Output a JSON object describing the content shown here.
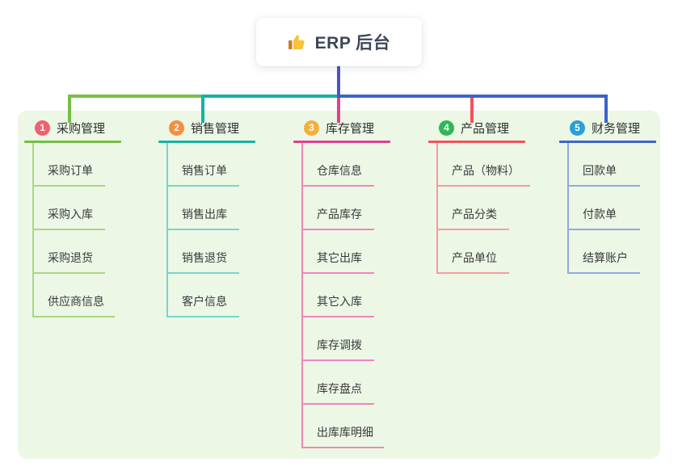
{
  "root": {
    "label": "ERP 后台",
    "icon": "thumbs-up-icon",
    "trunk_color": "#4a53cd"
  },
  "branches": [
    {
      "num": "1",
      "label": "采购管理",
      "badge_color": "#f65e6d",
      "line_color": "#76bf45",
      "light_line_color": "#a9d884",
      "children": [
        "采购订单",
        "采购入库",
        "采购退货",
        "供应商信息"
      ]
    },
    {
      "num": "2",
      "label": "销售管理",
      "badge_color": "#f78e3d",
      "line_color": "#13b3a3",
      "light_line_color": "#77d6c9",
      "children": [
        "销售订单",
        "销售出库",
        "销售退货",
        "客户信息"
      ]
    },
    {
      "num": "3",
      "label": "库存管理",
      "badge_color": "#f3af3c",
      "line_color": "#e23e95",
      "light_line_color": "#ef86bb",
      "children": [
        "仓库信息",
        "产品库存",
        "其它出库",
        "其它入库",
        "库存调拨",
        "库存盘点",
        "出库库明细"
      ]
    },
    {
      "num": "4",
      "label": "产品管理",
      "badge_color": "#2eb856",
      "line_color": "#f4515c",
      "light_line_color": "#f79b9e",
      "children": [
        "产品（物料）",
        "产品分类",
        "产品单位"
      ]
    },
    {
      "num": "5",
      "label": "财务管理",
      "badge_color": "#2aa0d8",
      "line_color": "#3d63ca",
      "light_line_color": "#90a8e2",
      "children": [
        "回款单",
        "付款单",
        "结算账户"
      ]
    }
  ],
  "canvas": {
    "background": "#ffffff",
    "panel_background": "#ecf7e6"
  }
}
